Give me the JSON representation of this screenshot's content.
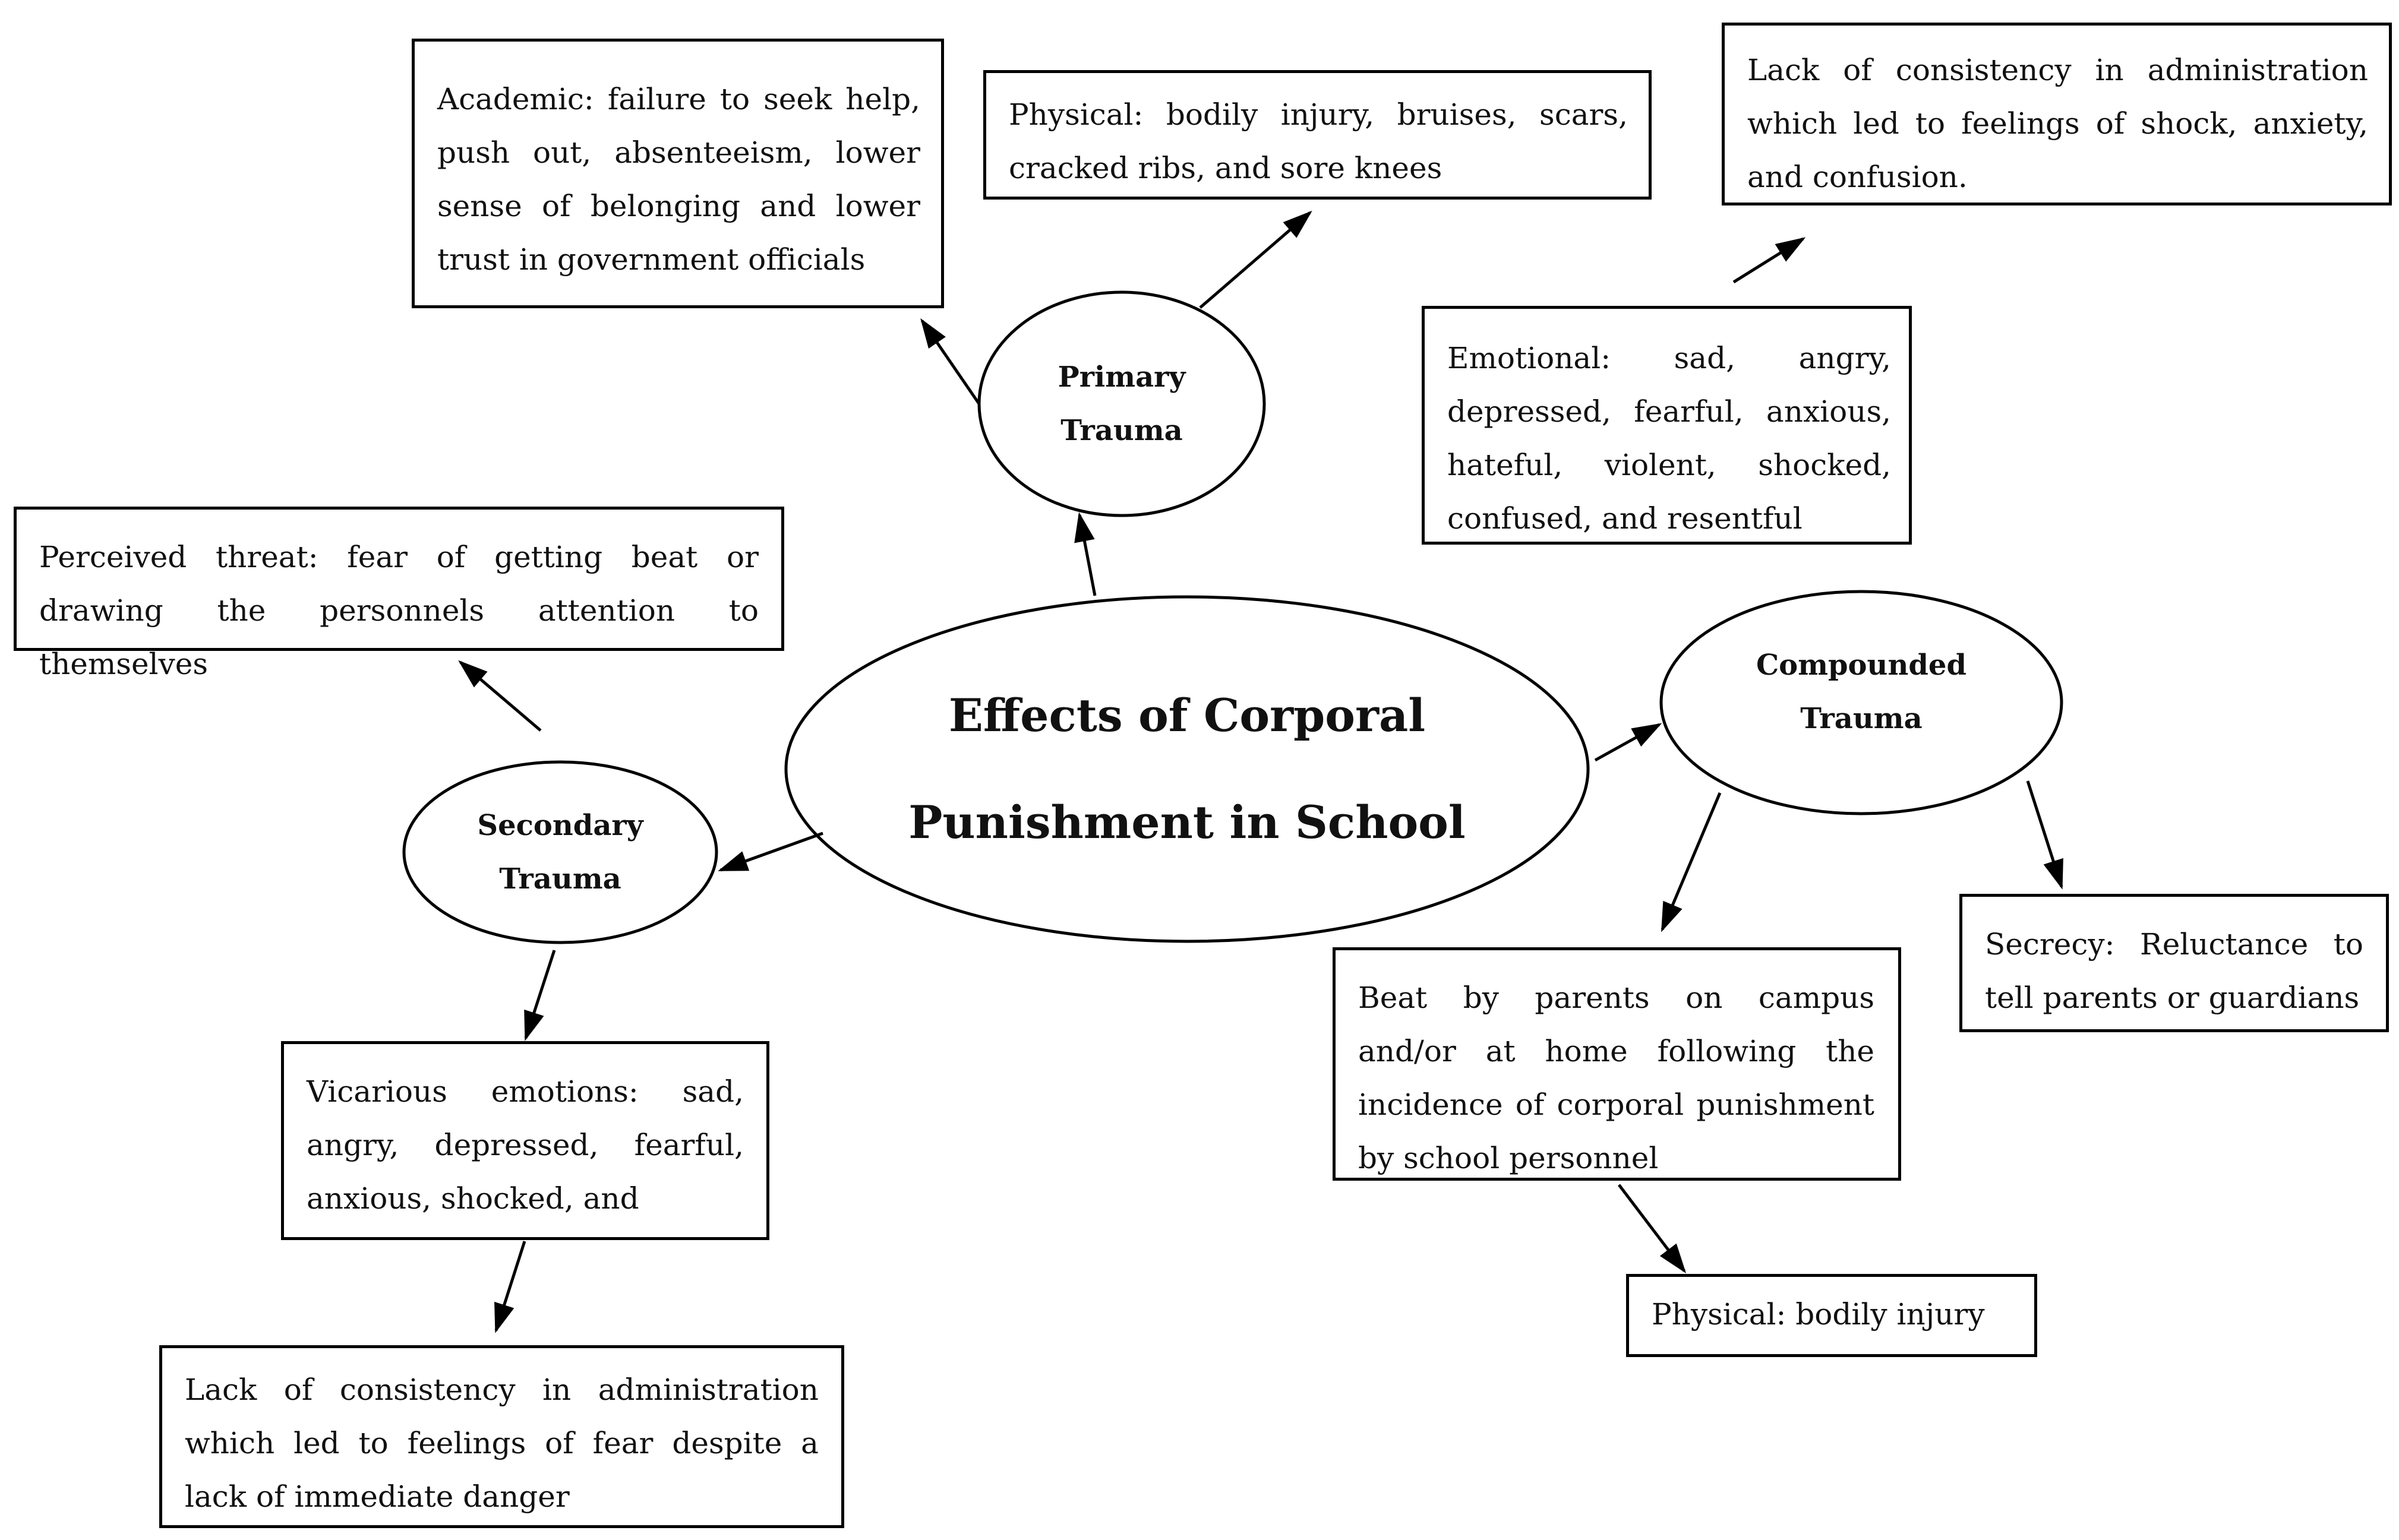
{
  "center": {
    "line1": "Effects of Corporal",
    "line2": "Punishment in School"
  },
  "nodes": {
    "primary": {
      "line1": "Primary",
      "line2": "Trauma"
    },
    "secondary": {
      "line1": "Secondary",
      "line2": "Trauma"
    },
    "compounded": {
      "line1": "Compounded",
      "line2": "Trauma"
    }
  },
  "boxes": {
    "academic": "Academic: failure to seek help, push out, absenteeism, lower sense of belonging and lower trust in government officials",
    "physical_primary": "Physical: bodily injury, bruises, scars, cracked ribs, and sore knees",
    "admin_shock": "Lack of consistency in administration which led to feelings of shock, anxiety, and confusion.",
    "emotional": "Emotional: sad, angry, depressed, fearful, anxious, hateful, violent, shocked, confused, and resentful",
    "perceived_threat": "Perceived threat: fear of getting beat or drawing the personnels attention to themselves",
    "vicarious": "Vicarious emotions: sad, angry, depressed, fearful, anxious, shocked, and",
    "admin_fear": "Lack of consistency in administration which led to feelings of fear despite a lack of immediate danger",
    "beat_parents": "Beat by parents on campus and/or at home following the incidence of corporal punishment by school personnel",
    "secrecy": "Secrecy: Reluctance to tell parents or guardians",
    "physical_compounded": "Physical: bodily injury"
  }
}
